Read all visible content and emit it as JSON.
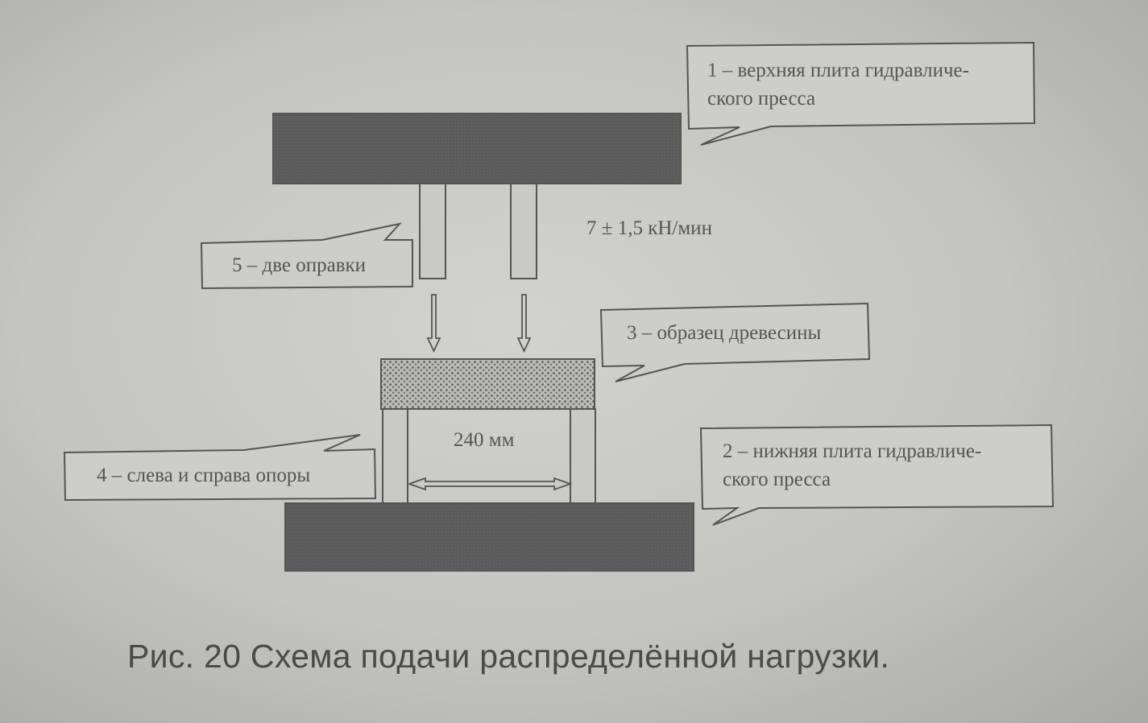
{
  "callouts": {
    "upper_plate": [
      "1 – верхняя плита гидравличе-",
      "ского пресса"
    ],
    "lower_plate": [
      "2 – нижняя плита гидравличе-",
      "ского пресса"
    ],
    "sample": "3 – образец древесины",
    "supports": "4 – слева и справа опоры",
    "mandrels": "5 – две оправки"
  },
  "load_rate": "7 ± 1,5 кН/мин",
  "span": "240 мм",
  "caption": "Рис. 20 Схема подачи распределённой нагрузки.",
  "colors": {
    "plate": "#5b5b5b",
    "line": "#555555",
    "sample_fill": "#8a8a86"
  }
}
